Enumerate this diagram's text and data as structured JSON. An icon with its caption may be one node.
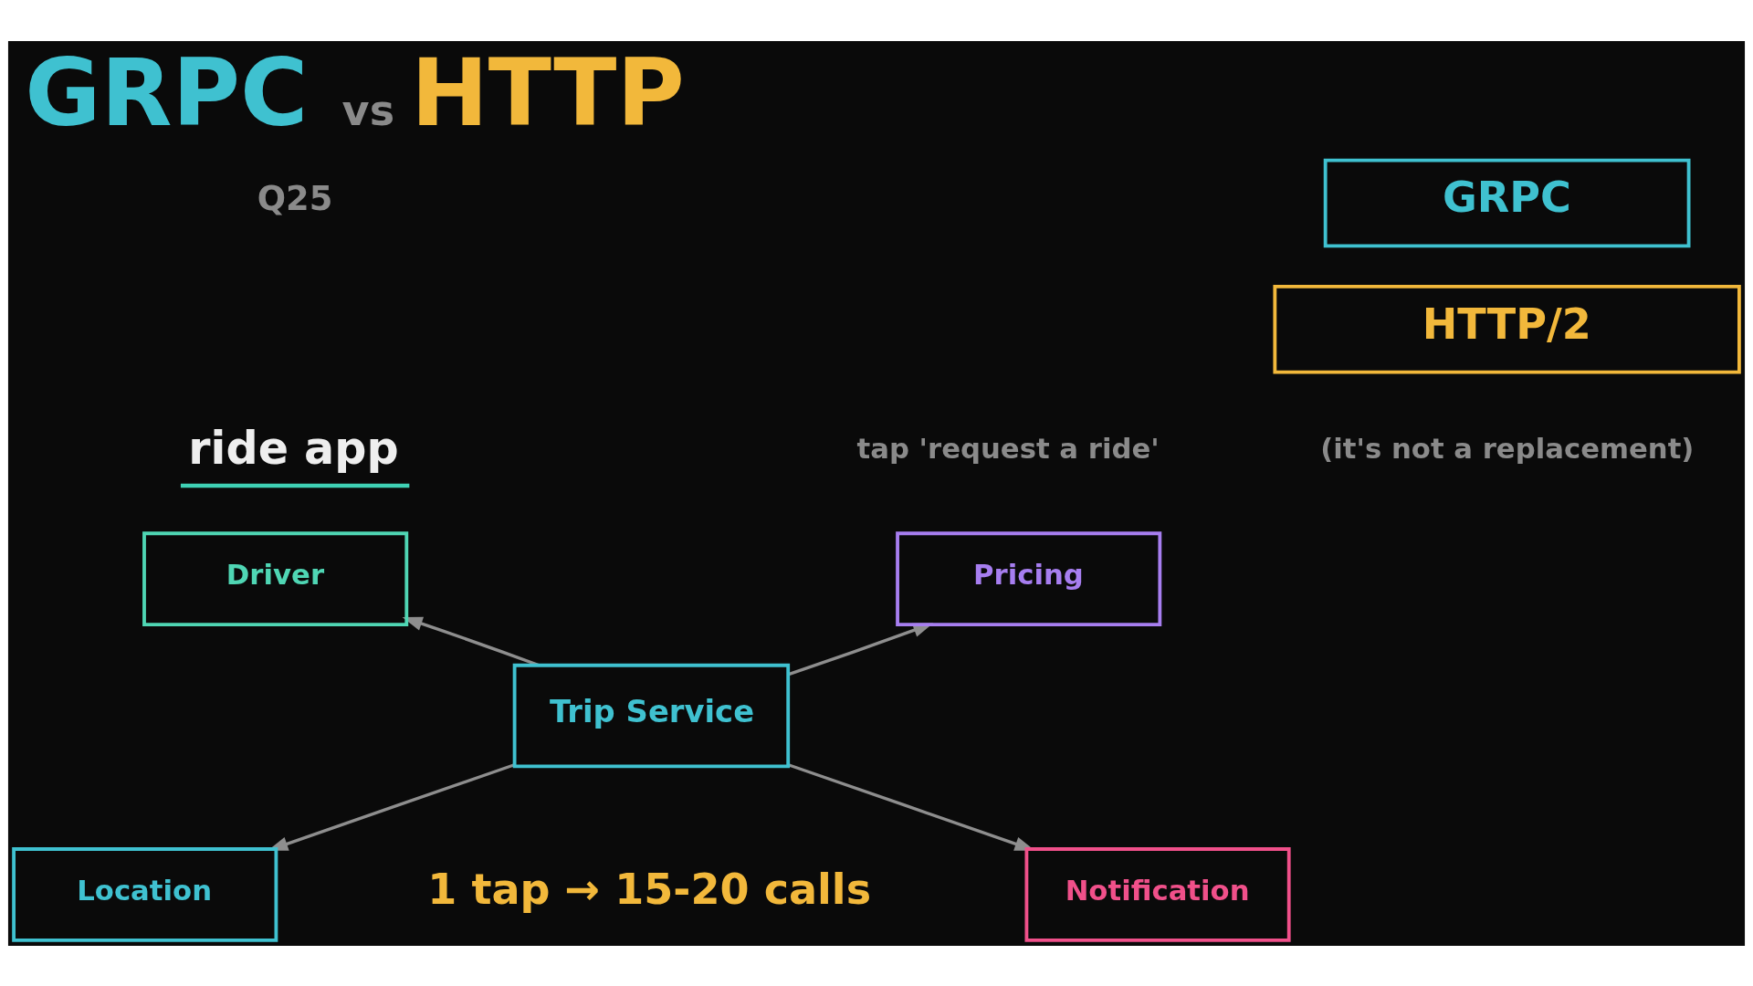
{
  "diagram": {
    "title": "GRPC vs HTTP",
    "nodes": [
      {
        "text": [
          "GRPC"
        ]
      },
      {
        "text": [
          "HTTP/2"
        ],
        "beside": [
          "(it's not a replacement)"
        ]
      },
      {
        "text": [
          "Driver"
        ]
      },
      {
        "text": [
          "Trip Service"
        ]
      },
      {
        "text": [
          "Pricing"
        ]
      },
      {
        "text": [
          "Location"
        ]
      },
      {
        "text": [
          "Notification"
        ]
      }
    ],
    "edges": [
      {
        "from": 3,
        "to": 2,
        "arrow": "to"
      },
      {
        "from": 3,
        "to": 4,
        "arrow": "to"
      },
      {
        "from": 3,
        "to": 5,
        "arrow": "to"
      },
      {
        "from": 3,
        "to": 6,
        "arrow": "to"
      }
    ],
    "labels": [
      "Q25",
      "ride app",
      "tap 'request a ride'",
      "1 tap → 15-20 calls"
    ]
  }
}
